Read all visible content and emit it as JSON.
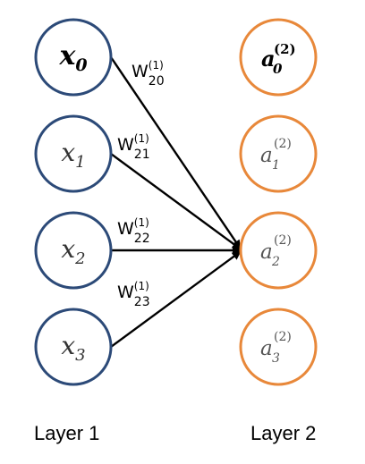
{
  "colors": {
    "layer1_stroke": "#2c4a78",
    "layer2_stroke": "#e8883a",
    "edge": "#000000"
  },
  "layer1": {
    "label": "Layer 1",
    "nodes": [
      {
        "var": "x",
        "sub": "0",
        "bold": true
      },
      {
        "var": "x",
        "sub": "1",
        "bold": false
      },
      {
        "var": "x",
        "sub": "2",
        "bold": false
      },
      {
        "var": "x",
        "sub": "3",
        "bold": false
      }
    ]
  },
  "layer2": {
    "label": "Layer 2",
    "nodes": [
      {
        "var": "a",
        "sup": "(2)",
        "sub": "0",
        "bold": true
      },
      {
        "var": "a",
        "sup": "(2)",
        "sub": "1",
        "bold": false
      },
      {
        "var": "a",
        "sup": "(2)",
        "sub": "2",
        "bold": false
      },
      {
        "var": "a",
        "sup": "(2)",
        "sub": "3",
        "bold": false
      }
    ]
  },
  "weights": [
    {
      "base": "W",
      "sup": "(1)",
      "sub": "20"
    },
    {
      "base": "W",
      "sup": "(1)",
      "sub": "21"
    },
    {
      "base": "W",
      "sup": "(1)",
      "sub": "22"
    },
    {
      "base": "W",
      "sup": "(1)",
      "sub": "23"
    }
  ]
}
